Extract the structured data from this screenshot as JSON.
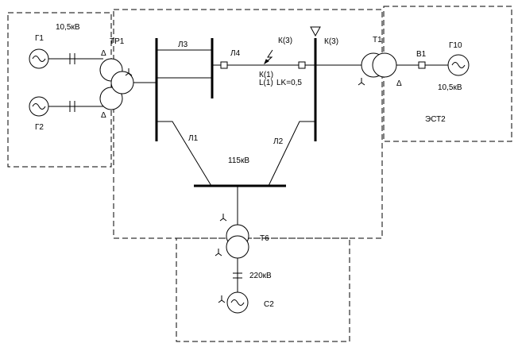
{
  "labels": {
    "voltage_left": "10,5кВ",
    "g1": "Г1",
    "g2": "Г2",
    "tr1": "ТР1",
    "delta_tr1_top": "Δ",
    "delta_tr1_bottom": "Δ",
    "l3": "Л3",
    "l4": "Л4",
    "fault_k3_line": "К(3)",
    "fault_k1": "К(1)",
    "fault_l1": "L(1)",
    "lk": "LK=0,5",
    "fault_k3_bus": "К(3)",
    "t1": "Т1",
    "b1": "В1",
    "g10": "Г10",
    "delta_t1": "Δ",
    "voltage_right": "10,5кВ",
    "est2": "ЭСТ2",
    "line1": "Л1",
    "line2": "Л2",
    "bus_115": "115кВ",
    "t6": "Т6",
    "voltage_220": "220кВ",
    "c2": "С2"
  }
}
